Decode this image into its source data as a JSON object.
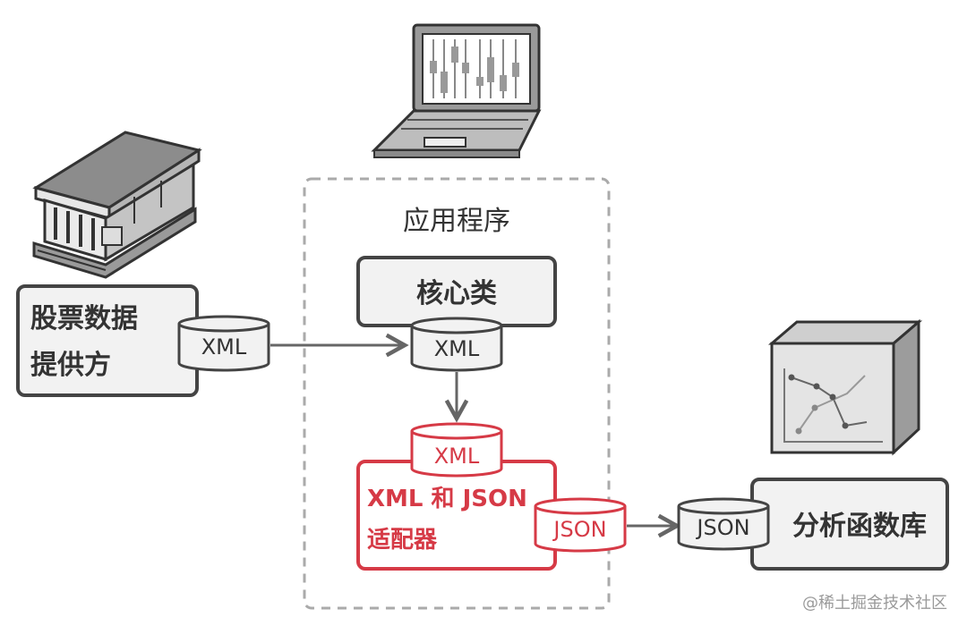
{
  "app": {
    "label": "应用程序",
    "core_class": "核心类"
  },
  "provider": {
    "line1": "股票数据",
    "line2": "提供方",
    "format": "XML"
  },
  "core": {
    "format": "XML"
  },
  "adapter": {
    "title": "XML 和 JSON",
    "subtitle": "适配器",
    "input_format": "XML",
    "output_format": "JSON"
  },
  "library": {
    "label": "分析函数库",
    "format": "JSON"
  },
  "watermark": "@稀土掘金技术社区",
  "colors": {
    "accent_red": "#d63a46",
    "box_fill": "#f2f2f2",
    "stroke": "#444444"
  },
  "icons": {
    "bank": "bank-building-icon",
    "laptop": "laptop-chart-icon",
    "library": "analytics-box-icon"
  }
}
